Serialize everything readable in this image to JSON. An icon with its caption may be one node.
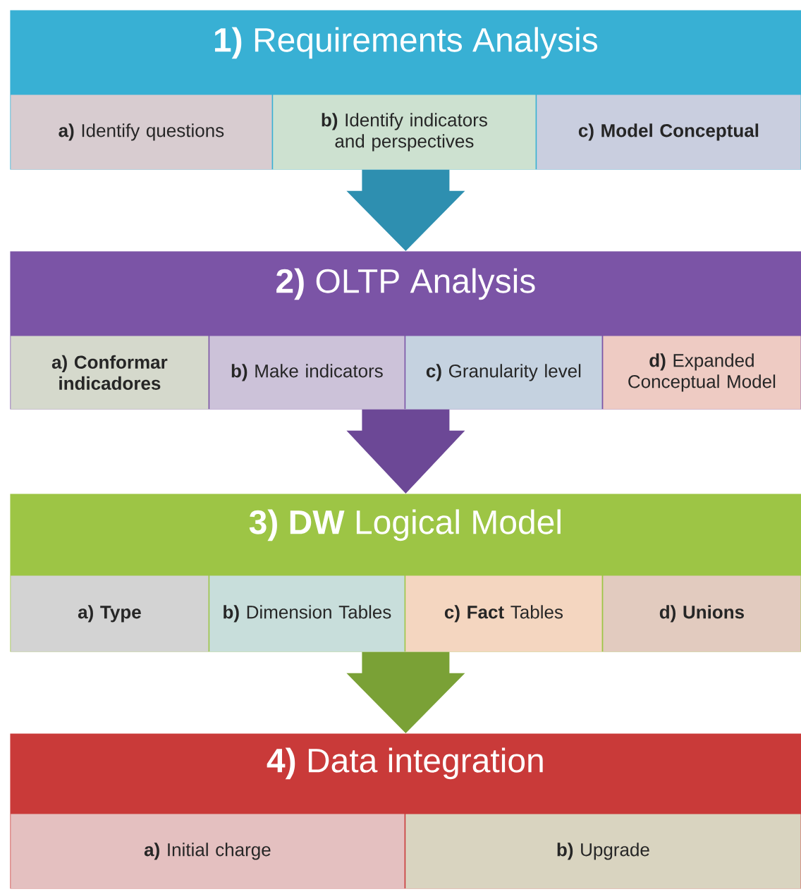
{
  "diagram": {
    "nodes": [
      {
        "text": [
          "**1)** Requirements Analysis"
        ]
      },
      {
        "text": [
          "**a)** Identify questions"
        ],
        "in": 0
      },
      {
        "text": [
          "**b)** Identify indicators and perspectives"
        ],
        "in": 0
      },
      {
        "text": [
          "**c) Model Conceptual**"
        ],
        "in": 0
      },
      {
        "text": [
          "**2)** OLTP Analysis"
        ]
      },
      {
        "text": [
          "**a) Conformar indicadores**"
        ],
        "in": 4
      },
      {
        "text": [
          "**b)** Make indicators"
        ],
        "in": 4
      },
      {
        "text": [
          "**c)** Granularity level"
        ],
        "in": 4
      },
      {
        "text": [
          "**d)** Expanded Conceptual Model"
        ],
        "in": 4
      },
      {
        "text": [
          "**3) DW** Logical Model"
        ]
      },
      {
        "text": [
          "**a) Type**"
        ],
        "in": 9
      },
      {
        "text": [
          "**b)** Dimension Tables"
        ],
        "in": 9
      },
      {
        "text": [
          "**c) Fact** Tables"
        ],
        "in": 9
      },
      {
        "text": [
          "**d) Unions**"
        ],
        "in": 9
      },
      {
        "text": [
          "**4)** Data integration"
        ]
      },
      {
        "text": [
          "**a)** Initial charge"
        ],
        "in": 14
      },
      {
        "text": [
          "**b)** Upgrade"
        ],
        "in": 14
      }
    ],
    "edges": [
      {
        "from": 0,
        "to": 4,
        "arrow": "to",
        "color": "#2e8fb0"
      },
      {
        "from": 4,
        "to": 9,
        "arrow": "to",
        "color": "#6c4896"
      },
      {
        "from": 9,
        "to": 14,
        "arrow": "to",
        "color": "#7aa136"
      }
    ]
  }
}
